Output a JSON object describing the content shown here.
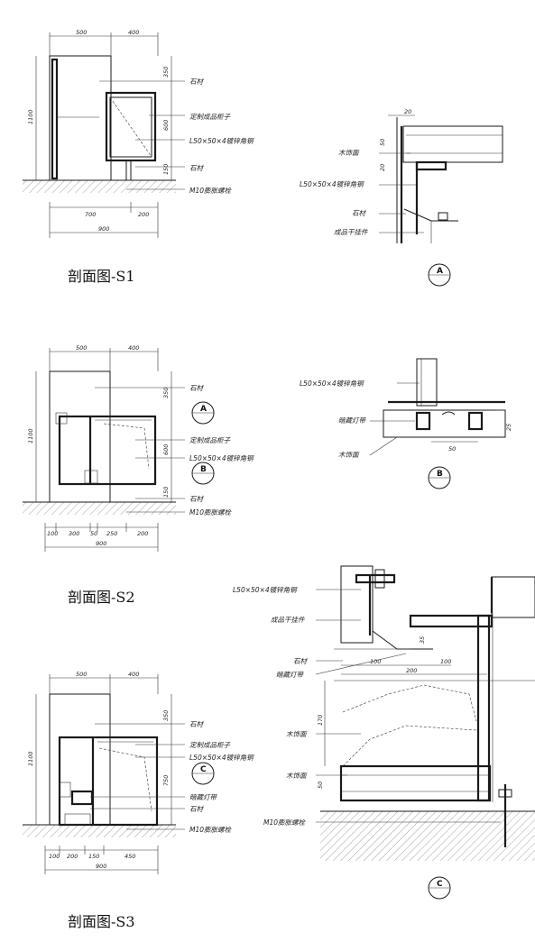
{
  "s1": {
    "title": "剖面图-S1",
    "dims_top": [
      "500",
      "400"
    ],
    "dims_right": [
      "350",
      "600",
      "150"
    ],
    "dim_left": "1100",
    "dims_bottom": [
      "700",
      "200"
    ],
    "dim_total": "900",
    "labels": [
      "石材",
      "定制成品柜子",
      "L50×50×4镀锌角钢",
      "石材",
      "M10膨胀螺栓"
    ]
  },
  "detail_a": {
    "dims": [
      "20",
      "50",
      "20"
    ],
    "labels": [
      "木饰面",
      "L50×50×4镀锌角钢",
      "石材",
      "成品干挂件"
    ],
    "marker": "A"
  },
  "s2": {
    "title": "剖面图-S2",
    "dims_top": [
      "500",
      "400"
    ],
    "dims_right": [
      "350",
      "600",
      "150"
    ],
    "dim_left": "1100",
    "dims_bottom": [
      "100",
      "300",
      "50",
      "250",
      "200"
    ],
    "dim_total": "900",
    "labels": [
      "石材",
      "定制成品柜子",
      "L50×50×4镀锌角钢",
      "石材",
      "M10膨胀螺栓"
    ],
    "markers": [
      "A",
      "B"
    ]
  },
  "detail_b": {
    "dims": [
      "25",
      "50"
    ],
    "labels": [
      "L50×50×4镀锌角钢",
      "暗藏灯带",
      "木饰面"
    ],
    "marker": "B"
  },
  "s3": {
    "title": "剖面图-S3",
    "dims_top": [
      "500",
      "400"
    ],
    "dims_right": [
      "350",
      "750"
    ],
    "dim_left": "1100",
    "dims_bottom": [
      "100",
      "200",
      "150",
      "450"
    ],
    "dim_total": "900",
    "labels": [
      "石材",
      "定制成品柜子",
      "L50×50×4镀锌角钢",
      "暗藏灯带",
      "石材",
      "M10膨胀螺栓"
    ],
    "marker": "C"
  },
  "detail_c": {
    "dims": [
      "35",
      "100",
      "100",
      "200",
      "170",
      "50"
    ],
    "labels": [
      "L50×50×4镀锌角钢",
      "成品干挂件",
      "石材",
      "暗藏灯带",
      "木饰面",
      "木饰面",
      "M10膨胀螺栓"
    ],
    "marker": "C"
  }
}
